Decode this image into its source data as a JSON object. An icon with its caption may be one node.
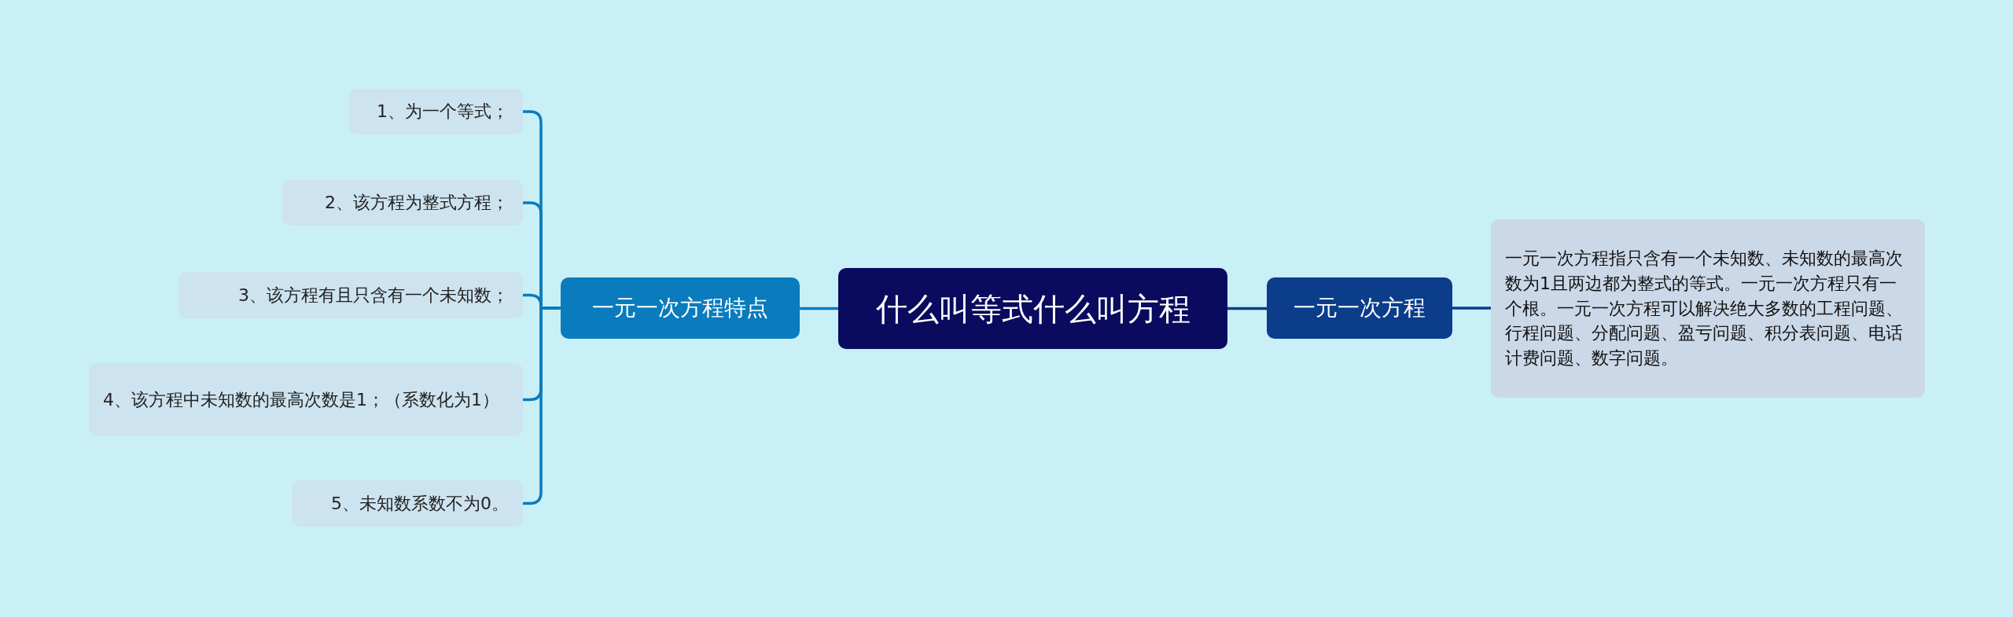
{
  "diagram": {
    "nodes": [
      {
        "text": [
          "什么叫等式什么叫方程"
        ]
      },
      {
        "text": [
          "一元一次方程特点"
        ]
      },
      {
        "text": [
          "1、为一个等式；"
        ]
      },
      {
        "text": [
          "2、该方程为整式方程；"
        ]
      },
      {
        "text": [
          "3、该方程有且只含有一个未知数；"
        ]
      },
      {
        "text": [
          "4、该方程中未知数的最高次数是1；（系数化为1）"
        ]
      },
      {
        "text": [
          "5、未知数系数不为0。"
        ]
      },
      {
        "text": [
          "一元一次方程"
        ]
      },
      {
        "text": [
          "一元一次方程指只含有一个未知数、未知数的最高次数为1且两边都为整式的等式。一元一次方程只有一个根。一元一次方程可以解决绝大多数的工程问题、行程问题、分配问题、盈亏问题、积分表问题、电话计费问题、数字问题。"
        ]
      }
    ],
    "edges": [
      {
        "from": 0,
        "to": 1,
        "arrow": "none"
      },
      {
        "from": 1,
        "to": 2,
        "arrow": "none"
      },
      {
        "from": 1,
        "to": 3,
        "arrow": "none"
      },
      {
        "from": 1,
        "to": 4,
        "arrow": "none"
      },
      {
        "from": 1,
        "to": 5,
        "arrow": "none"
      },
      {
        "from": 1,
        "to": 6,
        "arrow": "none"
      },
      {
        "from": 0,
        "to": 7,
        "arrow": "none",
        "color": "#0b3d8a"
      },
      {
        "from": 7,
        "to": 8,
        "arrow": "none",
        "color": "#0b3d8a"
      }
    ]
  }
}
